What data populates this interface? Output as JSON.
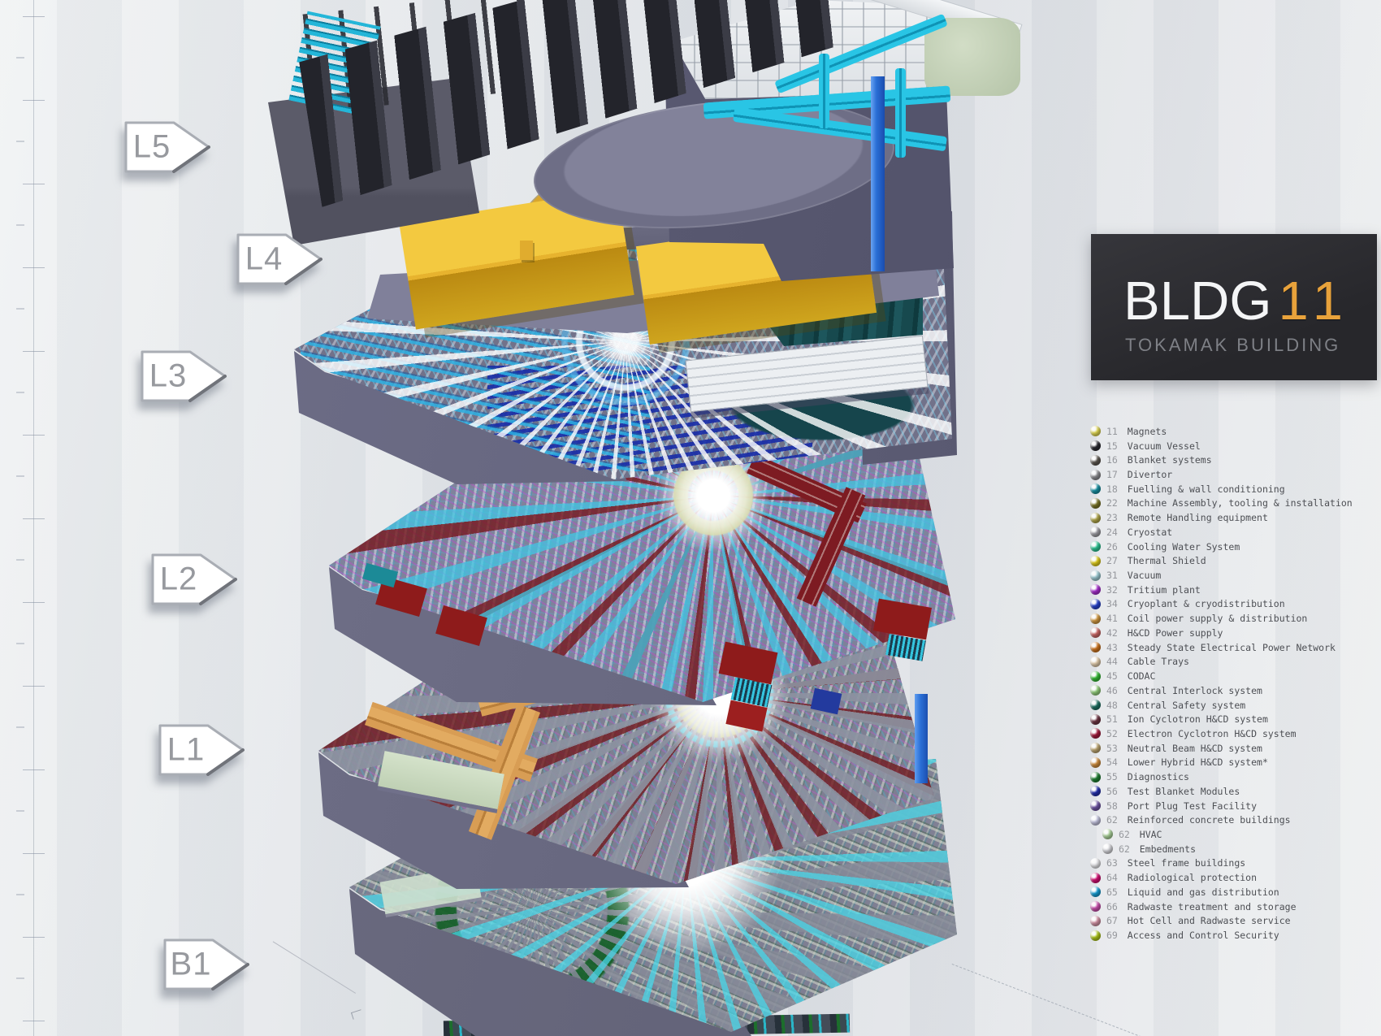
{
  "poster": {
    "title": {
      "code": "BLDG",
      "number": "11",
      "subtitle": "TOKAMAK BUILDING",
      "accent_color": "#e8a23b"
    },
    "levels": [
      {
        "id": "L5"
      },
      {
        "id": "L4"
      },
      {
        "id": "L3"
      },
      {
        "id": "L2"
      },
      {
        "id": "L1"
      },
      {
        "id": "B1"
      }
    ],
    "legend": {
      "items": [
        {
          "num": "11",
          "label": "Magnets",
          "color": "#e3da55",
          "indent": false
        },
        {
          "num": "15",
          "label": "Vacuum Vessel",
          "color": "#2a2a31",
          "indent": false
        },
        {
          "num": "16",
          "label": "Blanket systems",
          "color": "#5d5751",
          "indent": false
        },
        {
          "num": "17",
          "label": "Divertor",
          "color": "#8e8e91",
          "indent": false
        },
        {
          "num": "18",
          "label": "Fuelling & wall conditioning",
          "color": "#1793a5",
          "indent": false
        },
        {
          "num": "22",
          "label": "Machine Assembly, tooling & installation",
          "color": "#7c7627",
          "indent": false
        },
        {
          "num": "23",
          "label": "Remote Handling equipment",
          "color": "#b3a94b",
          "indent": false
        },
        {
          "num": "24",
          "label": "Cryostat",
          "color": "#a09fa6",
          "indent": false
        },
        {
          "num": "26",
          "label": "Cooling Water System",
          "color": "#2cc795",
          "indent": false
        },
        {
          "num": "27",
          "label": "Thermal Shield",
          "color": "#e3cf1d",
          "indent": false
        },
        {
          "num": "31",
          "label": "Vacuum",
          "color": "#9fced6",
          "indent": false
        },
        {
          "num": "32",
          "label": "Tritium plant",
          "color": "#a92fd1",
          "indent": false
        },
        {
          "num": "34",
          "label": "Cryoplant & cryodistribution",
          "color": "#2743cf",
          "indent": false
        },
        {
          "num": "41",
          "label": "Coil power supply & distribution",
          "color": "#d49a41",
          "indent": false
        },
        {
          "num": "42",
          "label": "H&CD Power supply",
          "color": "#cf6a68",
          "indent": false
        },
        {
          "num": "43",
          "label": "Steady State Electrical Power Network",
          "color": "#d0761f",
          "indent": false
        },
        {
          "num": "44",
          "label": "Cable Trays",
          "color": "#e5cfae",
          "indent": false
        },
        {
          "num": "45",
          "label": "CODAC",
          "color": "#35bd35",
          "indent": false
        },
        {
          "num": "46",
          "label": "Central Interlock system",
          "color": "#96d37f",
          "indent": false
        },
        {
          "num": "48",
          "label": "Central Safety system",
          "color": "#1d7263",
          "indent": false
        },
        {
          "num": "51",
          "label": "Ion Cyclotron H&CD system",
          "color": "#6f3443",
          "indent": false
        },
        {
          "num": "52",
          "label": "Electron Cyclotron H&CD system",
          "color": "#a51b3d",
          "indent": false
        },
        {
          "num": "53",
          "label": "Neutral Beam H&CD system",
          "color": "#bfa771",
          "indent": false
        },
        {
          "num": "54",
          "label": "Lower Hybrid H&CD system*",
          "color": "#d28f3e",
          "indent": false
        },
        {
          "num": "55",
          "label": "Diagnostics",
          "color": "#1f8132",
          "indent": false
        },
        {
          "num": "56",
          "label": "Test Blanket Modules",
          "color": "#2330af",
          "indent": false
        },
        {
          "num": "58",
          "label": "Port Plug Test Facility",
          "color": "#6f55a5",
          "indent": false
        },
        {
          "num": "62",
          "label": "Reinforced concrete buildings",
          "color": "#c6c6e2",
          "indent": false
        },
        {
          "num": "62",
          "label": "HVAC",
          "color": "#aed69d",
          "indent": true
        },
        {
          "num": "62",
          "label": "Embedments",
          "color": "#d9d9de",
          "indent": true
        },
        {
          "num": "63",
          "label": "Steel frame buildings",
          "color": "#e9e9ec",
          "indent": false
        },
        {
          "num": "64",
          "label": "Radiological protection",
          "color": "#d60f74",
          "indent": false
        },
        {
          "num": "65",
          "label": "Liquid and gas distribution",
          "color": "#179fd6",
          "indent": false
        },
        {
          "num": "66",
          "label": "Radwaste treatment and storage",
          "color": "#cc51b0",
          "indent": false
        },
        {
          "num": "67",
          "label": "Hot Cell and Radwaste service",
          "color": "#d694a8",
          "indent": false
        },
        {
          "num": "69",
          "label": "Access and Control Security",
          "color": "#aec718",
          "indent": false
        }
      ]
    }
  }
}
